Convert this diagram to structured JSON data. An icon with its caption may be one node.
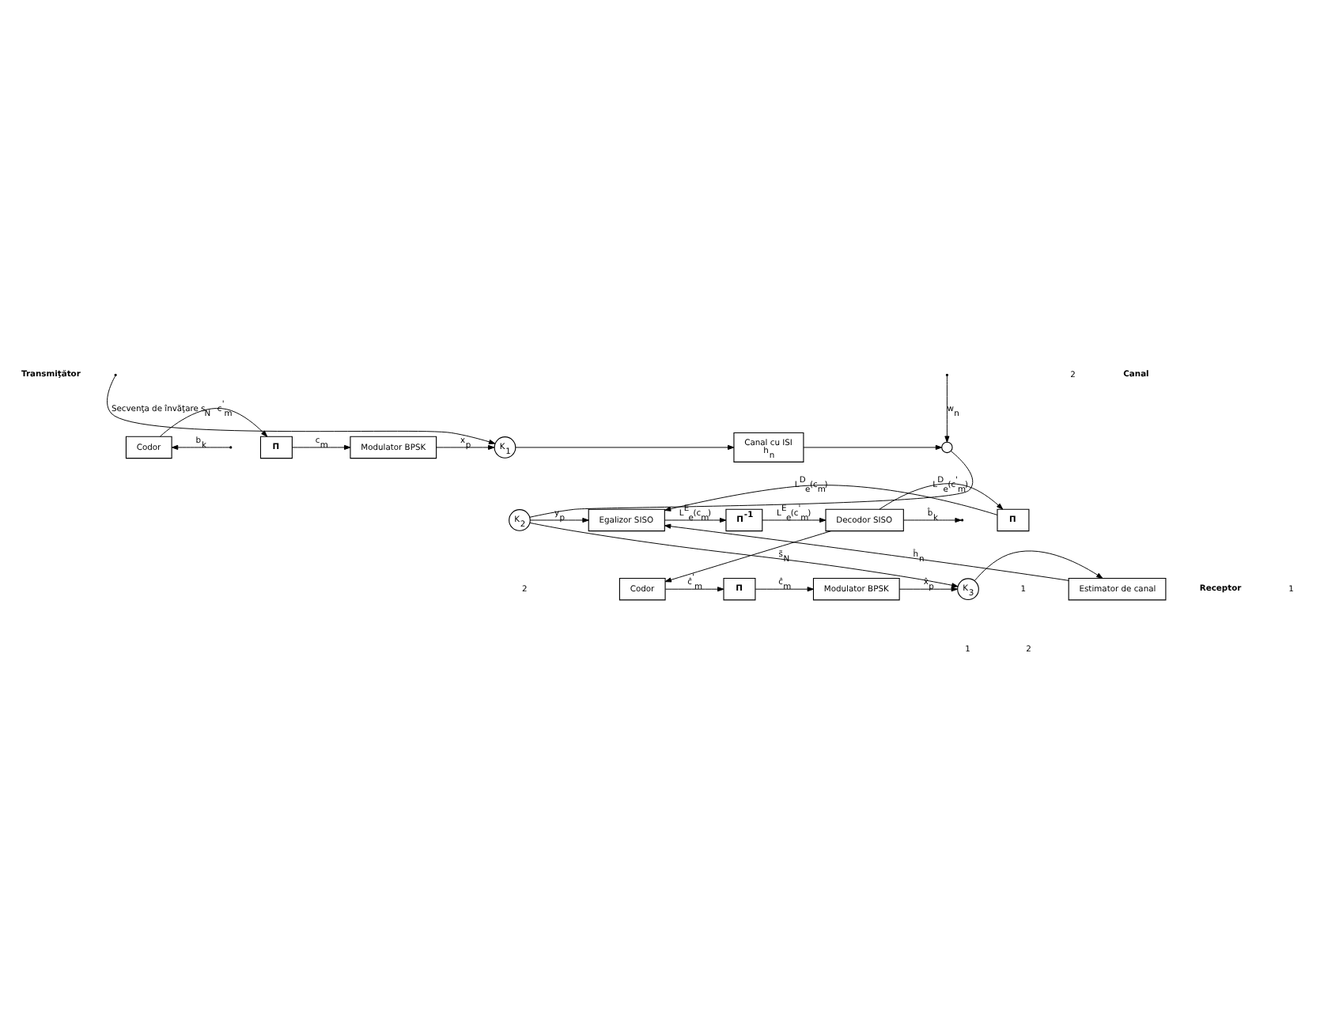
{
  "diagram": {
    "nodes": [
      {
        "text": [
          "Codor"
        ]
      },
      {
        "text": [
          "Π"
        ]
      },
      {
        "text": [
          "Modulator BPSK"
        ]
      },
      {
        "text": [
          "K$_{1}$"
        ]
      },
      {
        "text": [
          "Canal cu ISI",
          "h$_{n}$"
        ]
      },
      {
        "text": [],
        "shape": "circle"
      },
      {
        "text": [
          "Egalizor SISO"
        ]
      },
      {
        "text": [
          "Π"
        ]
      },
      {
        "text": [
          "Decodor SISO"
        ]
      },
      {
        "text": [
          "Π$^{-1}$"
        ]
      },
      {
        "text": [
          "K$_{2}$"
        ]
      },
      {
        "text": [
          "K$_{3}$"
        ]
      },
      {
        "text": [
          "Estimator de canal"
        ]
      },
      {
        "text": [
          "Modulator BPSK"
        ]
      },
      {
        "text": [
          "Π"
        ]
      },
      {
        "text": [
          "Codor"
        ]
      }
    ],
    "edges": [
      {
        "from": null,
        "to": 0,
        "arrow": "to",
        "label": "b$_{k}$"
      },
      {
        "from": 0,
        "to": 1,
        "arrow": "to",
        "label": "c$^{'}$$_{m}$"
      },
      {
        "from": 1,
        "to": 2,
        "arrow": "to",
        "label": "c$_{m}$"
      },
      {
        "from": 2,
        "to": 3,
        "arrow": "to",
        "label": "x$_{p}$"
      },
      {
        "from": null,
        "to": 3,
        "arrow": "to",
        "label": "Secvenţa de învăţare s$_{N}$"
      },
      {
        "from": 3,
        "to": 4,
        "arrow": "to"
      },
      {
        "from": 4,
        "to": 5,
        "arrow": "to"
      },
      {
        "from": null,
        "to": 5,
        "arrow": "to",
        "label": "w$_{n}$"
      },
      {
        "from": 5,
        "to": 10,
        "arrow": "none"
      },
      {
        "from": 10,
        "to": 6,
        "arrow": "to",
        "label": "y$_{p}$"
      },
      {
        "from": 8,
        "to": 7,
        "arrow": "to",
        "label": "L$^{D}$$_{e}$(c$^{'}$$_{m}$)"
      },
      {
        "from": 7,
        "to": 6,
        "arrow": "to",
        "label": "L$^{D}$$_{e}$(c$_{m}$)"
      },
      {
        "from": 6,
        "to": 9,
        "arrow": "to",
        "label": "L$^{E}$$_{e}$(c$_{m}$)"
      },
      {
        "from": 9,
        "to": 8,
        "arrow": "to",
        "label": "L$^{E}$$_{e}$(c$^{'}$$_{m}$)"
      },
      {
        "from": 8,
        "to": null,
        "arrow": "to",
        "label": "b̂$_{k}$"
      },
      {
        "from": 8,
        "to": 15,
        "arrow": "to"
      },
      {
        "from": 15,
        "to": 14,
        "arrow": "to",
        "label": "ĉ$^{'}$$_{m}$"
      },
      {
        "from": 14,
        "to": 13,
        "arrow": "to",
        "label": "ĉ$_{m}$"
      },
      {
        "from": 13,
        "to": 11,
        "arrow": "to",
        "label": "x̂$_{p}$"
      },
      {
        "from": 10,
        "to": 11,
        "arrow": "to",
        "label": "s̃$_{N}$"
      },
      {
        "from": 11,
        "to": 12,
        "arrow": "to"
      },
      {
        "from": 12,
        "to": 6,
        "arrow": "to",
        "label": "ĥ$_{n}$"
      }
    ],
    "labels": [
      "Transmiţător",
      "Canal",
      "2",
      "1",
      "Receptor",
      "2",
      "1",
      "1",
      "2"
    ]
  }
}
